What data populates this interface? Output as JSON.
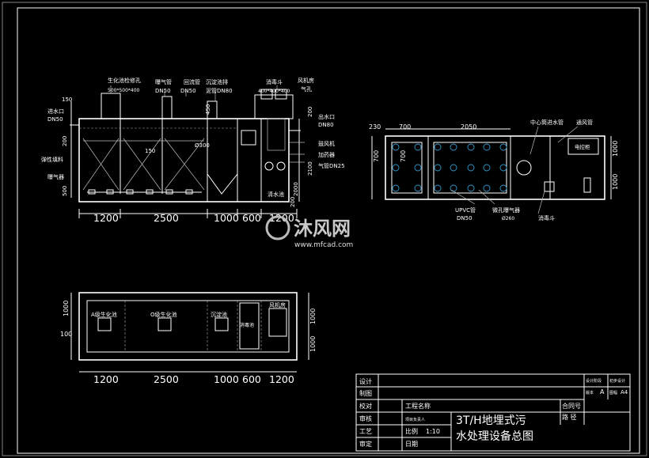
{
  "elevation": {
    "labels": {
      "bio_inspect": "生化池检修孔",
      "bio_inspect_size": "500*500*400",
      "aeration_pipe": "曝气管",
      "aeration_pipe_dn": "DN50",
      "reflux_pipe": "回流管",
      "reflux_pipe_dn": "DN50",
      "settle_sludge": "沉淀池排",
      "settle_sludge_dn": "泥管DN80",
      "disinfect": "消毒斗",
      "disinfect_size": "400*400*400",
      "fan_room": "风机房",
      "vent": "气孔",
      "inlet": "进水口",
      "inlet_dn": "DN50",
      "filler": "弹性填料",
      "aerator": "曝气器",
      "outlet": "出水口",
      "outlet_dn": "DN80",
      "blower": "鼓风机",
      "dosing": "加药器",
      "aeration_dn25": "气管DN25",
      "clear_pool": "清水池",
      "phi300": "Ø300"
    },
    "dims": {
      "d150a": "150",
      "d200": "200",
      "d500": "500",
      "d150b": "150",
      "d450": "450",
      "d200b": "200",
      "d2100": "2100",
      "d2000": "2000",
      "d200c": "200",
      "b1200": "1200",
      "b2500": "2500",
      "b1000": "1000",
      "b600": "600",
      "b1200b": "1200"
    }
  },
  "plan_right": {
    "labels": {
      "center_pipe": "中心筒进水管",
      "vent_pipe": "通风管",
      "control_box": "电控柜",
      "upvc": "UPVC管",
      "upvc_dn": "DN50",
      "micro_aerator": "微孔曝气器",
      "micro_size": "Ø260",
      "disinfect": "消毒斗"
    },
    "dims": {
      "d230": "230",
      "d700": "700",
      "d2050": "2050",
      "v700": "700",
      "v700b": "700",
      "v1000": "1000",
      "v1000b": "1000"
    }
  },
  "plan_bottom": {
    "labels": {
      "pool_a": "A级生化池",
      "pool_o": "O级生化池",
      "settle": "沉淀池",
      "disinfect_pool": "消毒池",
      "fan_room": "风机房"
    },
    "dims": {
      "v1000": "1000",
      "v1000b": "1000",
      "v1000c": "1000",
      "h100": "100",
      "b1200": "1200",
      "b2500": "2500",
      "b1000": "1000",
      "b600": "600",
      "b1200b": "1200"
    }
  },
  "watermark": {
    "text": "沐风网",
    "url": "www.mfcad.com"
  },
  "title_block": {
    "design": "设计",
    "draw": "制图",
    "check": "校对",
    "review": "审核",
    "process": "工艺",
    "approve": "审定",
    "project_name": "工程名称",
    "scale_label": "比例",
    "scale_value": "1:10",
    "date_label": "日期",
    "contract_no": "合同号",
    "path_label": "路 径",
    "small_label": "项目负责人",
    "design_stage": "设计阶段",
    "construction_design": "初步设计",
    "sheet_label": "版本",
    "sheet_value": "A",
    "paper_label": "图幅",
    "paper_value": "A4",
    "title_line1": "3T/H地埋式污",
    "title_line2": "水处理设备总图"
  }
}
